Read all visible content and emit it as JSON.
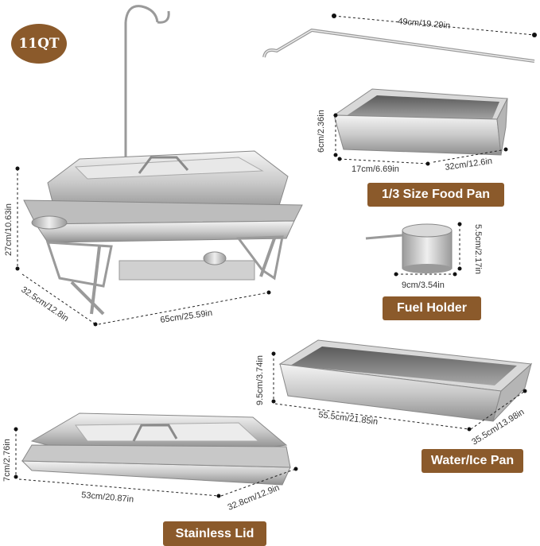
{
  "badge": {
    "capacity": "11QT"
  },
  "labels": {
    "food_pan": "1/3 Size Food Pan",
    "fuel_holder": "Fuel Holder",
    "water_pan": "Water/Ice Pan",
    "lid": "Stainless Lid"
  },
  "dimensions": {
    "rod_length": "49cm/19.29in",
    "food_pan_depth": "6cm/2.36in",
    "food_pan_width": "17cm/6.69in",
    "food_pan_length": "32cm/12.6in",
    "chafer_height": "27cm/10.63in",
    "chafer_depth": "32.5cm/12.8in",
    "chafer_length": "65cm/25.59in",
    "fuel_height": "5.5cm/2.17in",
    "fuel_width": "9cm/3.54in",
    "water_pan_depth": "9.5cm/3.74in",
    "water_pan_length": "55.5cm/21.85in",
    "water_pan_width": "35.5cm/13.98in",
    "lid_height": "7cm/2.76in",
    "lid_length": "53cm/20.87in",
    "lid_width": "32.8cm/12.9in"
  },
  "colors": {
    "brand": "#8b5a2b",
    "steel_light": "#e6e6e6",
    "steel_dark": "#7a7a7a"
  }
}
